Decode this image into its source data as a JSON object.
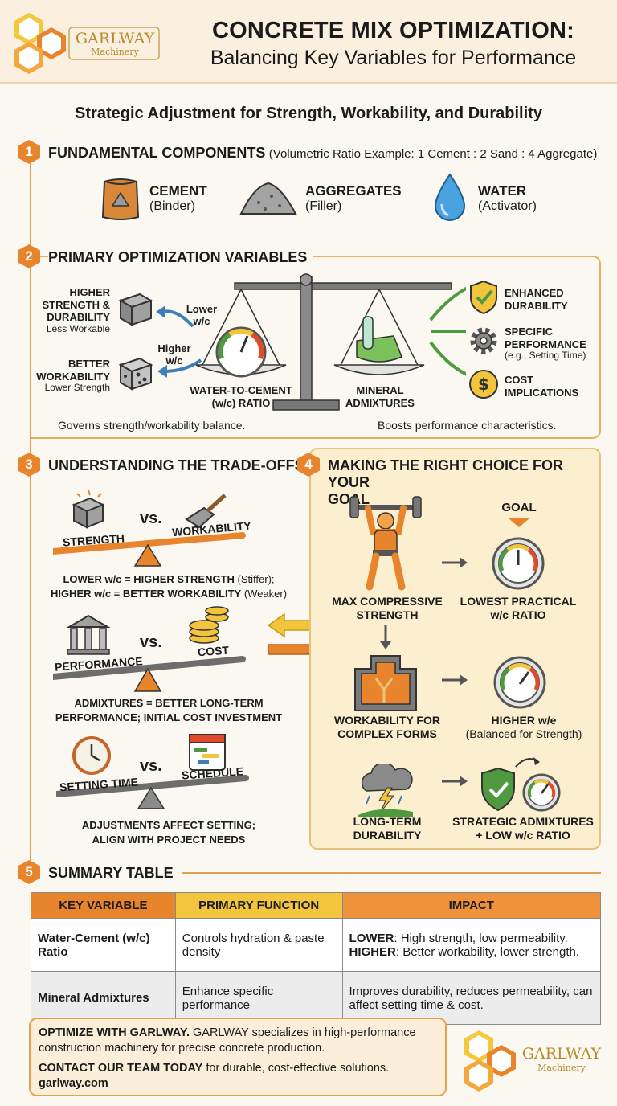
{
  "header": {
    "logo_name": "GARLWAY",
    "logo_sub": "Machinery",
    "title_line1": "CONCRETE MIX OPTIMIZATION:",
    "title_line2": "Balancing Key Variables for Performance"
  },
  "subtitle": "Strategic Adjustment for Strength, Workability, and Durability",
  "colors": {
    "orange": "#e8852c",
    "yellow": "#f2c53d",
    "green": "#4f9a3f",
    "gray": "#6d6d6d"
  },
  "section1": {
    "number": "1",
    "title": "FUNDAMENTAL COMPONENTS",
    "note": "(Volumetric Ratio Example: 1 Cement : 2 Sand : 4 Aggregate)",
    "items": [
      {
        "icon": "cement-bag-icon",
        "name": "CEMENT",
        "role": "(Binder)"
      },
      {
        "icon": "aggregate-pile-icon",
        "name": "AGGREGATES",
        "role": "(Filler)"
      },
      {
        "icon": "water-drop-icon",
        "name": "WATER",
        "role": "(Activator)"
      }
    ]
  },
  "section2": {
    "number": "2",
    "title": "PRIMARY OPTIMIZATION VARIABLES",
    "left_top_title": "HIGHER STRENGTH & DURABILITY",
    "left_top_sub": "Less Workable",
    "left_bottom_title": "BETTER WORKABILITY",
    "left_bottom_sub": "Lower Strength",
    "arrow_lower": "Lower w/c",
    "arrow_higher": "Higher w/c",
    "pan_left_label": "WATER-TO-CEMENT (w/c) RATIO",
    "pan_right_label": "MINERAL ADMIXTURES",
    "right_items": [
      {
        "icon": "shield-check-icon",
        "title": "ENHANCED DURABILITY",
        "sub": ""
      },
      {
        "icon": "gear-icon",
        "title": "SPECIFIC PERFORMANCE",
        "sub": "(e.g., Setting Time)"
      },
      {
        "icon": "dollar-coin-icon",
        "title": "COST IMPLICATIONS",
        "sub": ""
      }
    ],
    "caption_left": "Governs strength/workability balance.",
    "caption_right": "Boosts performance characteristics."
  },
  "section3": {
    "number": "3",
    "title": "UNDERSTANDING THE TRADE-OFFS",
    "vs": "vs.",
    "t1_left": "STRENGTH",
    "t1_right": "WORKABILITY",
    "t1_text_a": "LOWER w/c = HIGHER STRENGTH",
    "t1_text_b": "(Stiffer);",
    "t1_text_c": "HIGHER w/c = BETTER WORKABILITY",
    "t1_text_d": "(Weaker)",
    "t2_left": "PERFORMANCE",
    "t2_right": "COST",
    "t2_text1": "ADMIXTURES = BETTER LONG-TERM",
    "t2_text2": "PERFORMANCE; INITIAL COST INVESTMENT",
    "t3_left": "SETTING TIME",
    "t3_right": "SCHEDULE",
    "t3_text1": "ADJUSTMENTS AFFECT SETTING;",
    "t3_text2": "ALIGN WITH PROJECT NEEDS"
  },
  "section4": {
    "number": "4",
    "title_line1": "MAKING THE RIGHT CHOICE FOR YOUR",
    "title_line2": "GOAL",
    "goal_label": "GOAL",
    "rows": [
      {
        "left1": "MAX COMPRESSIVE",
        "left2": "STRENGTH",
        "right1": "LOWEST PRACTICAL",
        "right2": "w/c RATIO"
      },
      {
        "left1": "WORKABILITY FOR",
        "left2": "COMPLEX FORMS",
        "right1": "HIGHER w/e",
        "right2": "(Balanced for Strength)"
      },
      {
        "left1": "LONG-TERM",
        "left2": "DURABILITY",
        "right1": "STRATEGIC ADMIXTURES",
        "right2": "+ LOW w/c RATIO"
      }
    ]
  },
  "section5": {
    "number": "5",
    "title": "SUMMARY TABLE",
    "headers": [
      "KEY VARIABLE",
      "PRIMARY FUNCTION",
      "IMPACT"
    ],
    "rows": [
      {
        "variable": "Water-Cement (w/c) Ratio",
        "function": "Controls hydration & paste density",
        "impact_lower_label": "LOWER",
        "impact_lower_text": ": High strength, low permeability.",
        "impact_higher_label": "HIGHER",
        "impact_higher_text": ": Better workability, lower strength."
      },
      {
        "variable": "Mineral Admixtures",
        "function": "Enhance specific performance",
        "impact": "Improves durability, reduces permeability, can affect setting time & cost."
      }
    ]
  },
  "footer": {
    "optimize_bold": "OPTIMIZE WITH GARLWAY.",
    "optimize_text": " GARLWAY specializes in high-performance construction machinery for precise concrete production.",
    "contact_bold": "CONTACT OUR TEAM TODAY",
    "contact_text": " for durable, cost-effective solutions.",
    "website": "garlway.com",
    "logo_name": "GARLWAY",
    "logo_sub": "Machinery"
  }
}
